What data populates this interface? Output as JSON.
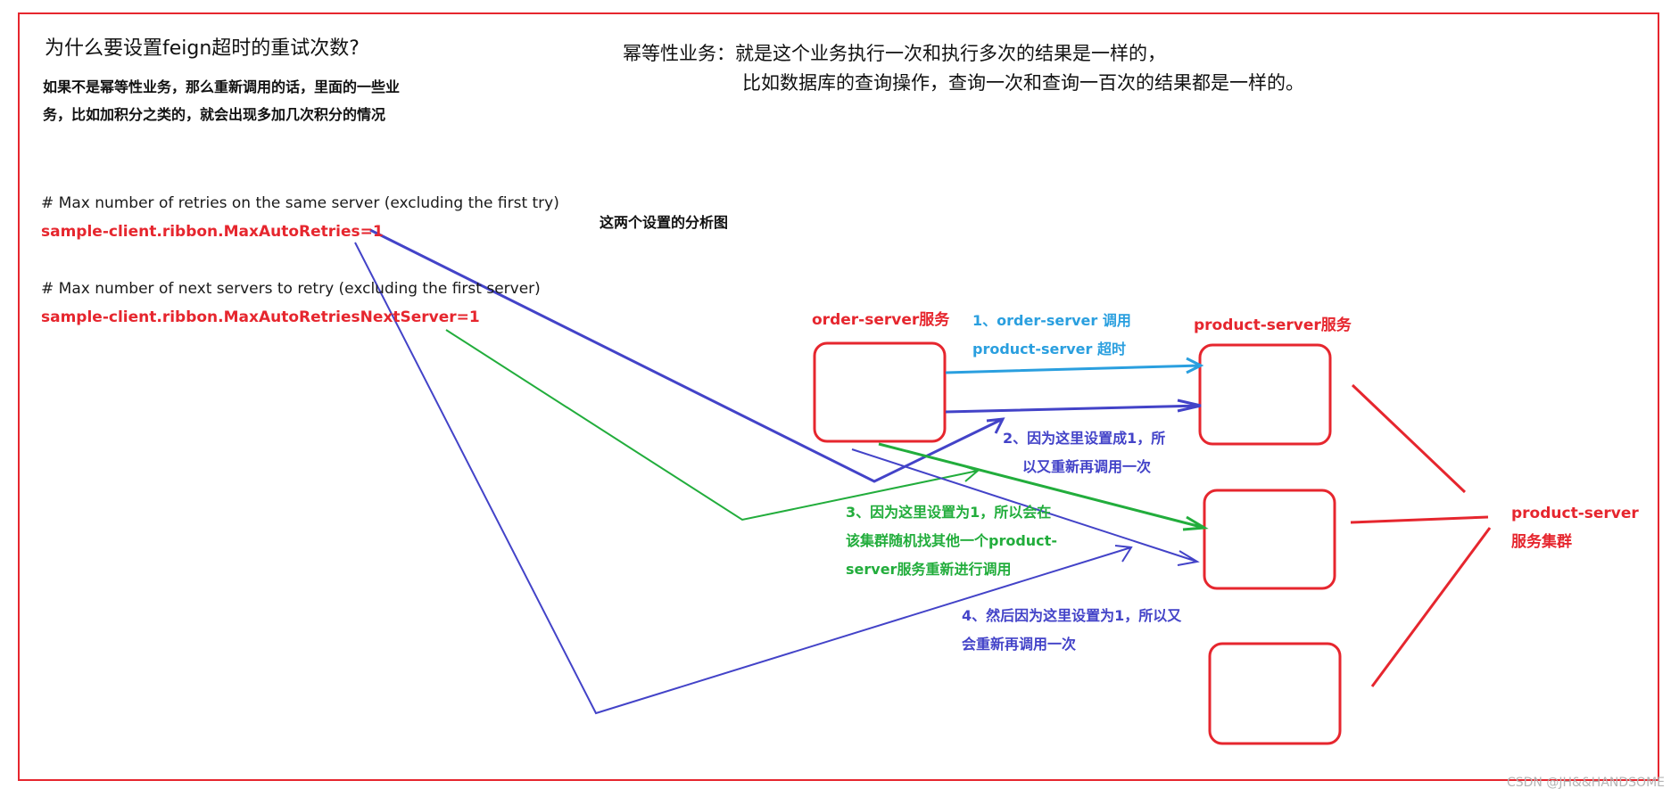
{
  "question": {
    "title": "为什么要设置feign超时的重试次数?",
    "body_line1": "如果不是幂等性业务，那么重新调用的话，里面的一些业",
    "body_line2": "务，比如加积分之类的，就会出现多加几次积分的情况"
  },
  "idempotent": {
    "line1": "幂等性业务：就是这个业务执行一次和执行多次的结果是一样的，",
    "line2": "比如数据库的查询操作，查询一次和查询一百次的结果都是一样的。"
  },
  "config": {
    "comment1": "# Max number of retries on the same server (excluding the first try)",
    "prop1": "sample-client.ribbon.MaxAutoRetries=1",
    "comment2": "# Max number of next servers to retry (excluding the first server)",
    "prop2": "sample-client.ribbon.MaxAutoRetriesNextServer=1"
  },
  "diagram": {
    "caption": "这两个设置的分析图",
    "order_label": "order-server服务",
    "product_label": "product-server服务",
    "step1_line1": "1、order-server 调用",
    "step1_line2": "product-server 超时",
    "step2_line1": "2、因为这里设置成1，所",
    "step2_line2": "以又重新再调用一次",
    "step3_line1": "3、因为这里设置为1，所以会在",
    "step3_line2": "该集群随机找其他一个product-",
    "step3_line3": "server服务重新进行调用",
    "step4_line1": "4、然后因为这里设置为1，所以又",
    "step4_line2": "会重新再调用一次",
    "cluster_line1": "product-server",
    "cluster_line2": "服务集群"
  },
  "colors": {
    "red": "#e6262e",
    "light_blue": "#2a9fdf",
    "indigo": "#4343c8",
    "green": "#22ad3c"
  },
  "watermark": "CSDN @JH&&HANDSOME"
}
